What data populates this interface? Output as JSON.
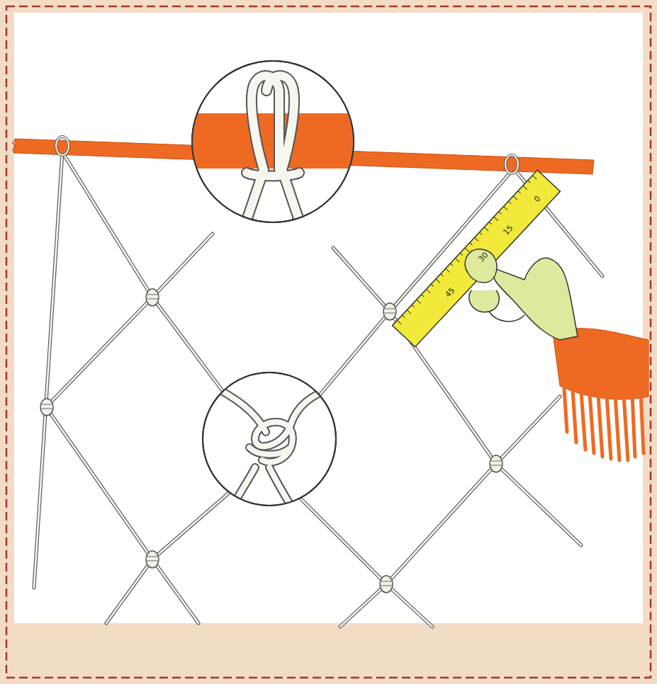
{
  "diagram": {
    "labels": [
      "0",
      "15",
      "30",
      "45"
    ]
  }
}
